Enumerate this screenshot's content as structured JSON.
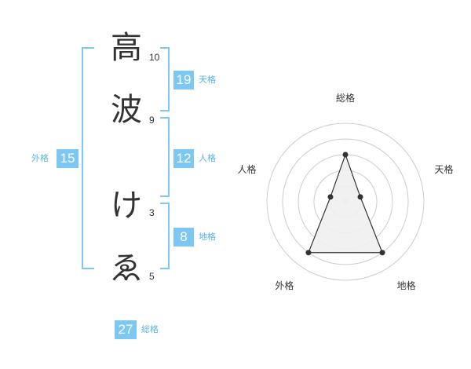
{
  "name": {
    "chars": [
      "高",
      "波",
      "け",
      "ゑ"
    ],
    "strokes": [
      "10",
      "9",
      "3",
      "5"
    ]
  },
  "fortune": {
    "tenkaku": {
      "value": "19",
      "label": "天格"
    },
    "jinkaku": {
      "value": "12",
      "label": "人格"
    },
    "chikaku": {
      "value": "8",
      "label": "地格"
    },
    "gaikaku": {
      "value": "15",
      "label": "外格"
    },
    "soukaku": {
      "value": "27",
      "label": "総格"
    }
  },
  "chart_data": {
    "type": "radar",
    "axes": [
      "総格",
      "天格",
      "地格",
      "外格",
      "人格"
    ],
    "values": [
      3,
      1,
      4,
      4,
      1
    ],
    "rmax": 5,
    "rings": 5,
    "colors": {
      "fill": "#efefef",
      "stroke": "#333333",
      "grid": "#cccccc",
      "accent": "#7cc8f2"
    }
  }
}
